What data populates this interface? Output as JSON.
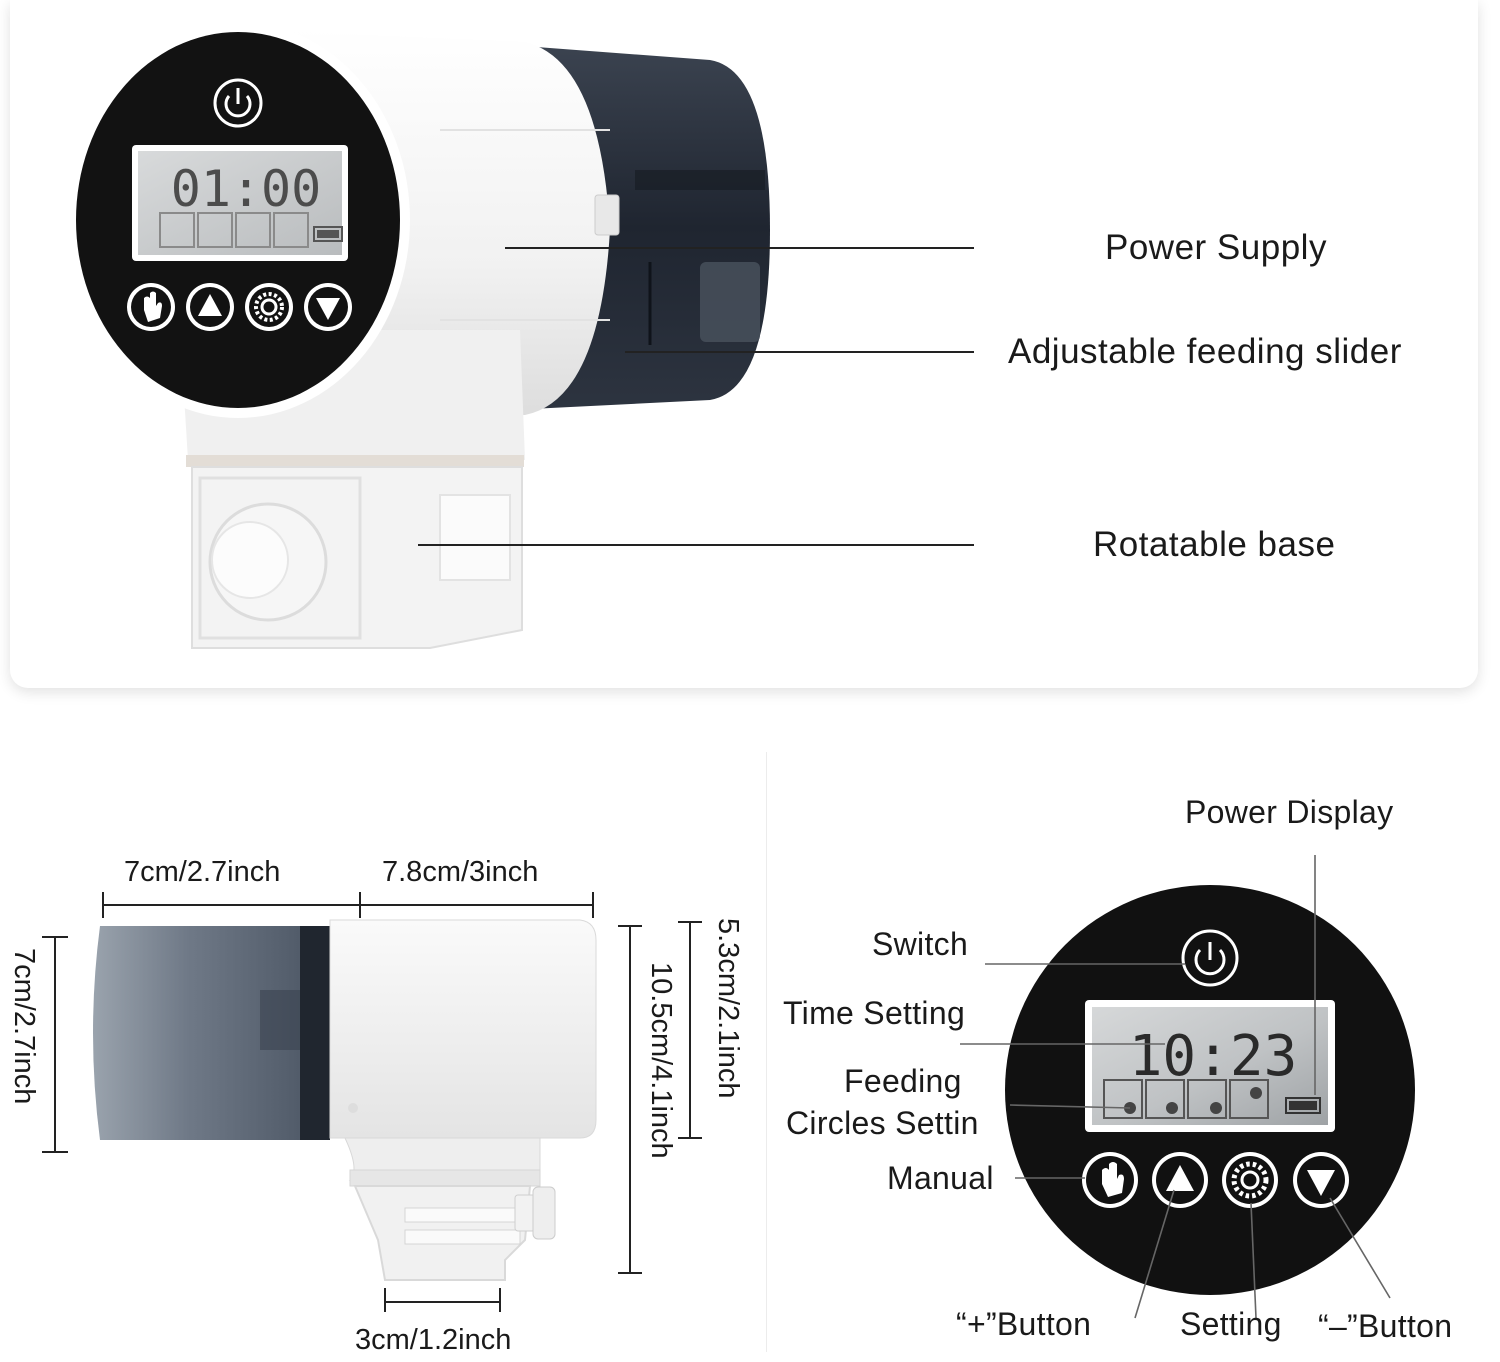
{
  "top_panel": {
    "lcd_time": "01:00",
    "callouts": [
      {
        "id": "power_supply",
        "label": "Power Supply"
      },
      {
        "id": "feeding_slider",
        "label": "Adjustable feeding slider"
      },
      {
        "id": "rotatable_base",
        "label": "Rotatable base"
      }
    ]
  },
  "dimensions": {
    "top_left": "7cm/2.7inch",
    "top_right": "7.8cm/3inch",
    "left_height": "7cm/2.7inch",
    "right_total": "10.5cm/4.1inch",
    "right_upper": "5.3cm/2.1inch",
    "bottom_clamp": "3cm/1.2inch"
  },
  "control_panel": {
    "lcd_time": "10:23",
    "labels": {
      "power_display": "Power Display",
      "switch": "Switch",
      "time_setting": "Time Setting",
      "feeding_line1": "Feeding",
      "feeding_line2": "Circles Settin",
      "manual": "Manual",
      "plus_button": "“+”Button",
      "setting": "Setting",
      "minus_button": "“–”Button"
    }
  },
  "icons": {
    "power": "power-icon",
    "hand": "hand-icon",
    "up": "up-arrow-icon",
    "gear": "gear-icon",
    "down": "down-arrow-icon",
    "battery": "battery-icon"
  },
  "colors": {
    "device_white": "#f4f4f4",
    "panel_black": "#111111",
    "lcd": "#c9cbcc",
    "hopper": "#2c3340"
  }
}
